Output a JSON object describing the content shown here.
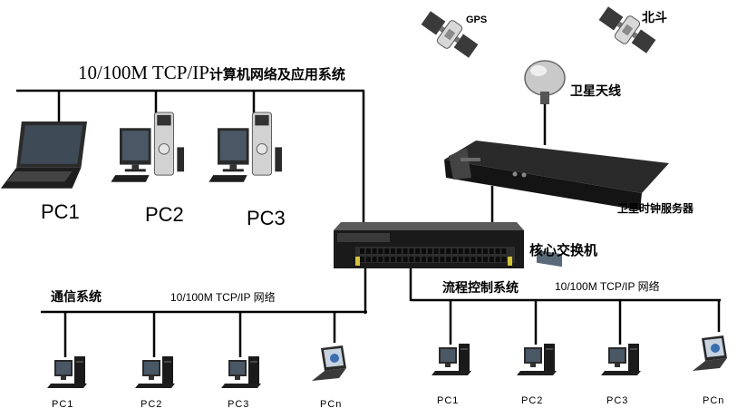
{
  "top_network": {
    "title_latin": "10/100M TCP/IP",
    "title_cn": "计算机网络及应用系统",
    "pcs": [
      "PC1",
      "PC2",
      "PC3"
    ]
  },
  "satellites": {
    "gps": "GPS",
    "beidou": "北斗"
  },
  "antenna_label": "卫星天线",
  "server_label": "卫星时钟服务器",
  "switch_label": "核心交换机",
  "comm_system": {
    "title": "通信系统",
    "network": "10/100M TCP/IP  网络",
    "pcs": [
      "PC1",
      "PC2",
      "PC3",
      "PCn"
    ]
  },
  "flow_system": {
    "title": "流程控制系统",
    "network": "10/100M TCP/IP  网络",
    "pcs": [
      "PC1",
      "PC2",
      "PC3",
      "PCn"
    ]
  },
  "colors": {
    "line": "#000000",
    "device_dark": "#1c1c1c",
    "screen": "#3a4a5a"
  }
}
